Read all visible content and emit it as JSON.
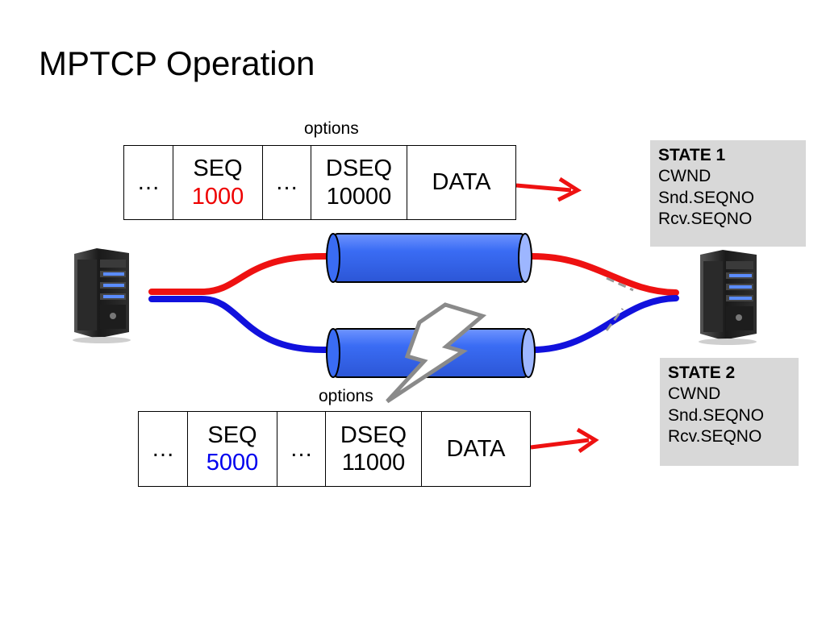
{
  "title": "MPTCP Operation",
  "packets": [
    {
      "options_label": "options",
      "cells": [
        "…",
        "SEQ",
        "…",
        "DSEQ",
        "DATA"
      ],
      "seq_value": "1000",
      "dseq_value": "10000"
    },
    {
      "options_label": "options",
      "cells": [
        "…",
        "SEQ",
        "…",
        "DSEQ",
        "DATA"
      ],
      "seq_value": "5000",
      "dseq_value": "11000"
    }
  ],
  "states": [
    {
      "header": "STATE 1",
      "lines": [
        "CWND",
        "Snd.SEQNO",
        "Rcv.SEQNO"
      ]
    },
    {
      "header": "STATE 2",
      "lines": [
        "CWND",
        "Snd.SEQNO",
        "Rcv.SEQNO"
      ]
    }
  ],
  "colors": {
    "path1": "#ee1111",
    "path2": "#1111dd",
    "pipe_fill": "#3a6cf4",
    "state_bg": "#d8d8d8"
  },
  "icons": [
    "server-icon",
    "lightning-icon",
    "arrow-right-icon"
  ]
}
